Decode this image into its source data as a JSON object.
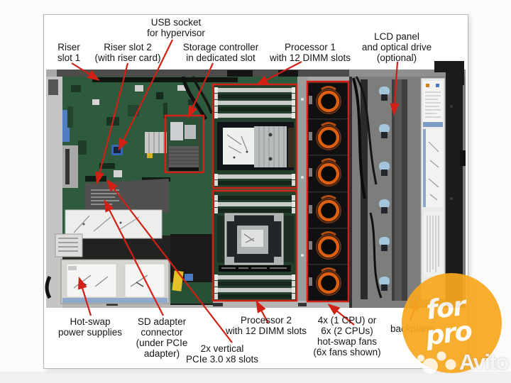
{
  "labels": {
    "usb": [
      "USB socket",
      "for hypervisor"
    ],
    "riser1": [
      "Riser",
      "slot 1"
    ],
    "riser2": [
      "Riser slot 2",
      "(with riser card)"
    ],
    "storage": [
      "Storage controller",
      "in dedicated slot"
    ],
    "proc1": [
      "Processor 1",
      "with 12 DIMM slots"
    ],
    "lcd": [
      "LCD panel",
      "and optical drive",
      "(optional)"
    ],
    "psu": [
      "Hot-swap",
      "power  supplies"
    ],
    "sd": [
      "SD adapter",
      "connector",
      "(under PCIe",
      "adapter)"
    ],
    "pcie": [
      "2x vertical",
      "PCIe 3.0 x8 slots"
    ],
    "proc2": [
      "Processor 2",
      "with 12 DIMM slots"
    ],
    "fans": [
      "4x (1 CPU) or",
      "6x (2 CPUs)",
      "hot-swap fans",
      "(6x fans shown)"
    ],
    "backplane": [
      "backplane"
    ]
  },
  "watermark": {
    "line1": "for",
    "line2": "pro"
  },
  "brand": {
    "wordmark": "Avito"
  },
  "colors": {
    "annotation_red": "#d12015",
    "fan_ring_orange": "#dd5f12",
    "pcb_green": "#2e5a3e",
    "watermark_orange": "#f7a81f",
    "chassis_gray": "#a8a8a6"
  }
}
